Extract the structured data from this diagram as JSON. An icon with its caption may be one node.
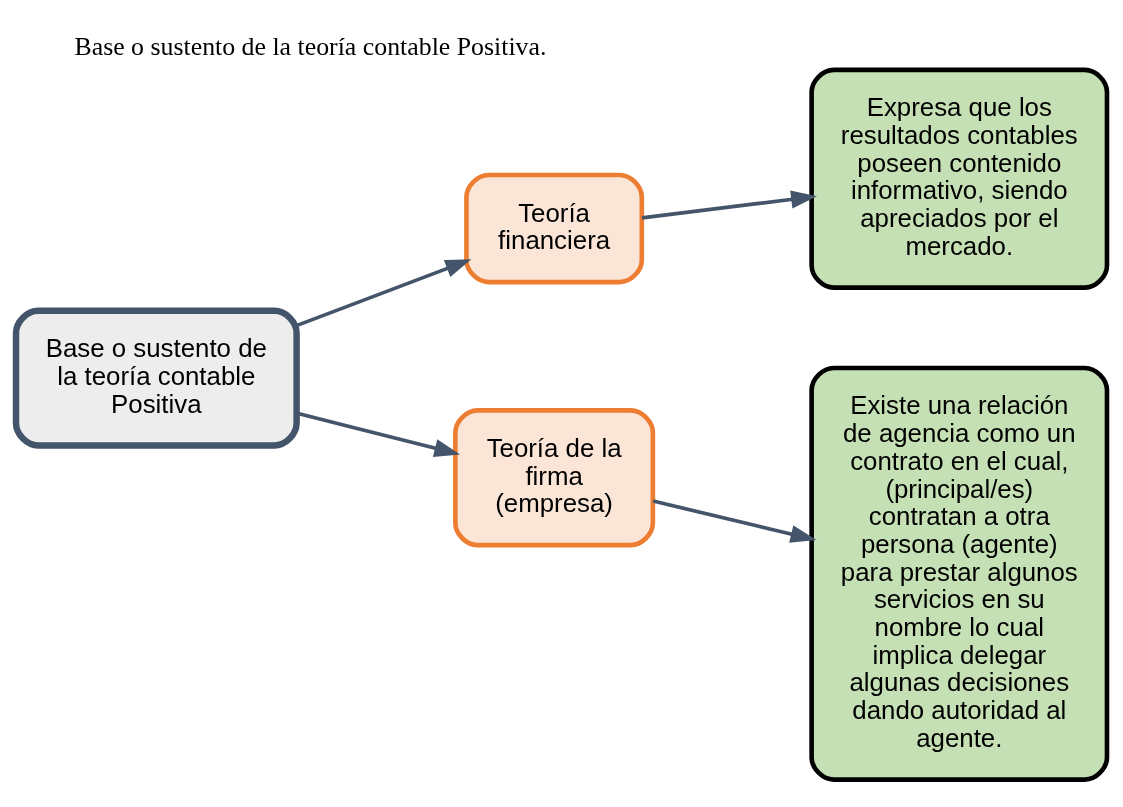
{
  "diagram": {
    "title": "Base o sustento de la teoría contable Positiva.",
    "nodes": [
      {
        "text": [
          "Base o sustento de la teoría contable Positiva"
        ]
      },
      {
        "text": [
          "Teoría financiera"
        ]
      },
      {
        "text": [
          "Expresa que los resultados contables poseen contenido informativo, siendo apreciados por el mercado."
        ]
      },
      {
        "text": [
          "Teoría de la firma (empresa)"
        ]
      },
      {
        "text": [
          "Existe una relación de agencia como un contrato en el cual, (principal/es) contratan a otra persona (agente) para prestar algunos servicios en su nombre lo cual implica delegar algunas decisiones dando autoridad al agente."
        ]
      }
    ],
    "edges": [
      {
        "from": 0,
        "to": 1,
        "arrow": "to"
      },
      {
        "from": 1,
        "to": 2,
        "arrow": "to"
      },
      {
        "from": 0,
        "to": 3,
        "arrow": "to"
      },
      {
        "from": 3,
        "to": 4,
        "arrow": "to"
      }
    ]
  }
}
